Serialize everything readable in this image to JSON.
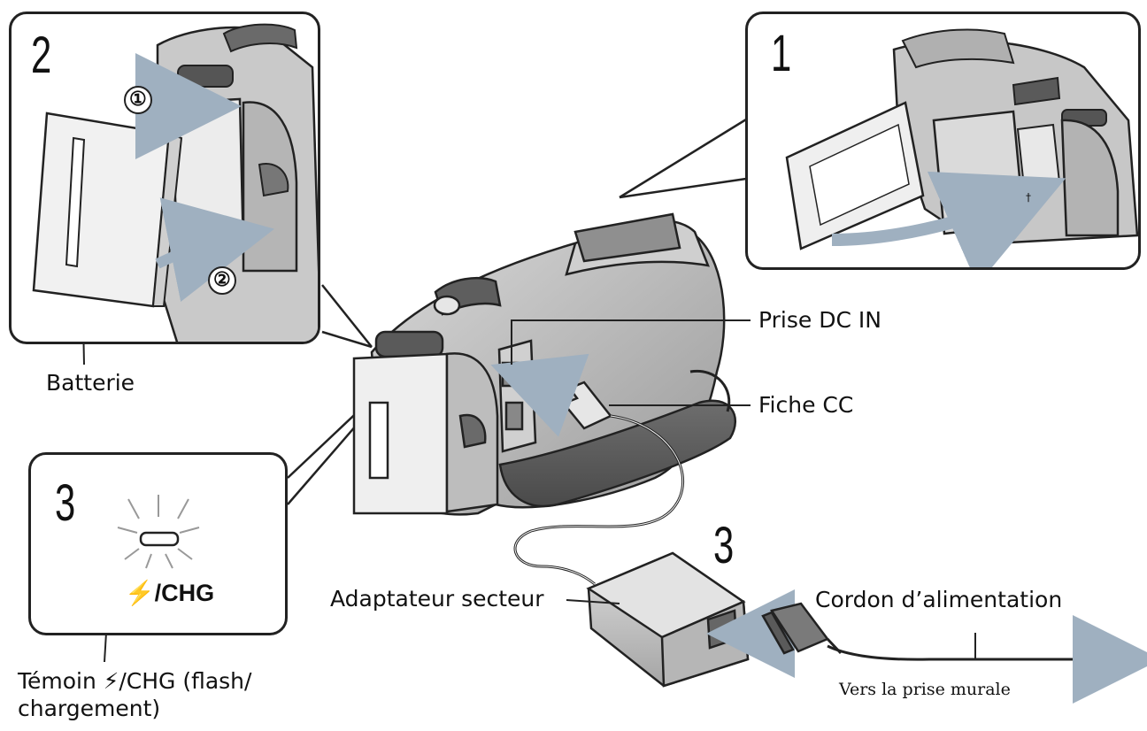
{
  "steps": {
    "panel_1": "1",
    "panel_2": "2",
    "panel_3_led": "3",
    "adapter": "3"
  },
  "insert_steps": [
    "①",
    "②"
  ],
  "labels": {
    "battery": "Batterie",
    "dc_in_jack": "Prise DC IN",
    "dc_plug": "Fiche CC",
    "ac_adaptor": "Adaptateur secteur",
    "power_cord": "Cordon d’alimentation",
    "to_wall_outlet": "Vers la prise murale",
    "chg_lamp_line1": "Témoin ⚡/CHG (flash/",
    "chg_lamp_line2": "chargement)",
    "chg_mark": "⚡/CHG",
    "lcd_mark": "†"
  },
  "icons": [
    "camcorder-body",
    "battery-pack",
    "ac-adaptor",
    "power-plug",
    "lcd-screen",
    "curved-arrow",
    "blinking-led"
  ]
}
